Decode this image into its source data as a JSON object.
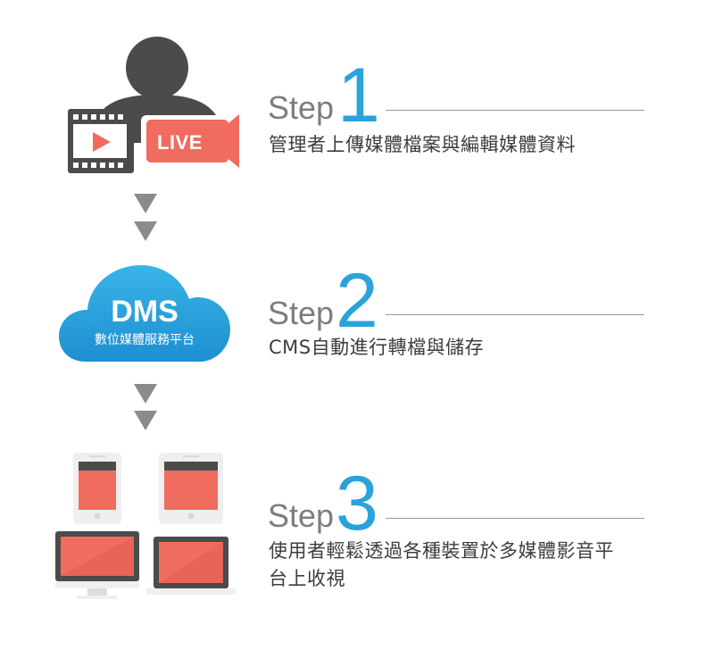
{
  "steps": [
    {
      "word": "Step",
      "number": "1",
      "description": "管理者上傳媒體檔案與編輯媒體資料"
    },
    {
      "word": "Step",
      "number": "2",
      "description": "CMS自動進行轉檔與儲存"
    },
    {
      "word": "Step",
      "number": "3",
      "description_line1": "使用者輕鬆透過各種裝置於多媒體影音平",
      "description_line2": "台上收視"
    }
  ],
  "camera": {
    "badge": "LIVE"
  },
  "cloud": {
    "title": "DMS",
    "subtitle": "數位媒體服務平台"
  },
  "colors": {
    "accent_blue": "#2aa3db",
    "live_red": "#ef6c5e",
    "dark_gray": "#4b4b4b",
    "arrow_gray": "#8b8b8b"
  }
}
